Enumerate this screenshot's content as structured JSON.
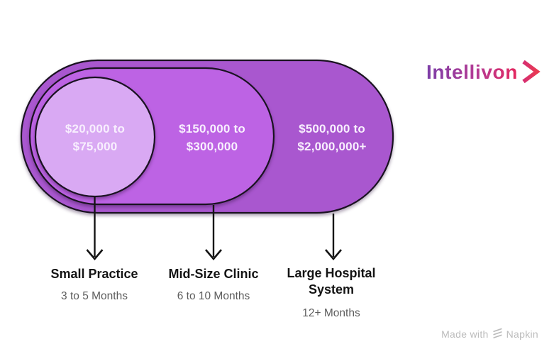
{
  "brand": {
    "name": "Intellivon",
    "gradient_start": "#7c3ea8",
    "gradient_mid": "#b43b94",
    "gradient_end": "#e5275e",
    "chevron_start": "#d62e72",
    "chevron_end": "#e93a52"
  },
  "colors": {
    "tier1_fill": "#d9a9f3",
    "tier2_fill": "#bd63e4",
    "tier3_fill": "#a957cf",
    "outline": "#1a1221",
    "arrow": "#141414",
    "tier_name_text": "#141414",
    "duration_text": "#5d5d5d",
    "cost_text": "#f8effe",
    "credit_text": "#bcbcbc"
  },
  "tiers": [
    {
      "cost_range": "$20,000 to\n$75,000",
      "name": "Small Practice",
      "duration": "3 to 5 Months"
    },
    {
      "cost_range": "$150,000 to\n$300,000",
      "name": "Mid-Size Clinic",
      "duration": "6 to 10 Months"
    },
    {
      "cost_range": "$500,000 to\n$2,000,000+",
      "name": "Large Hospital\nSystem",
      "duration": "12+ Months"
    }
  ],
  "footer": {
    "credit_prefix": "Made with",
    "credit_brand": "Napkin"
  }
}
